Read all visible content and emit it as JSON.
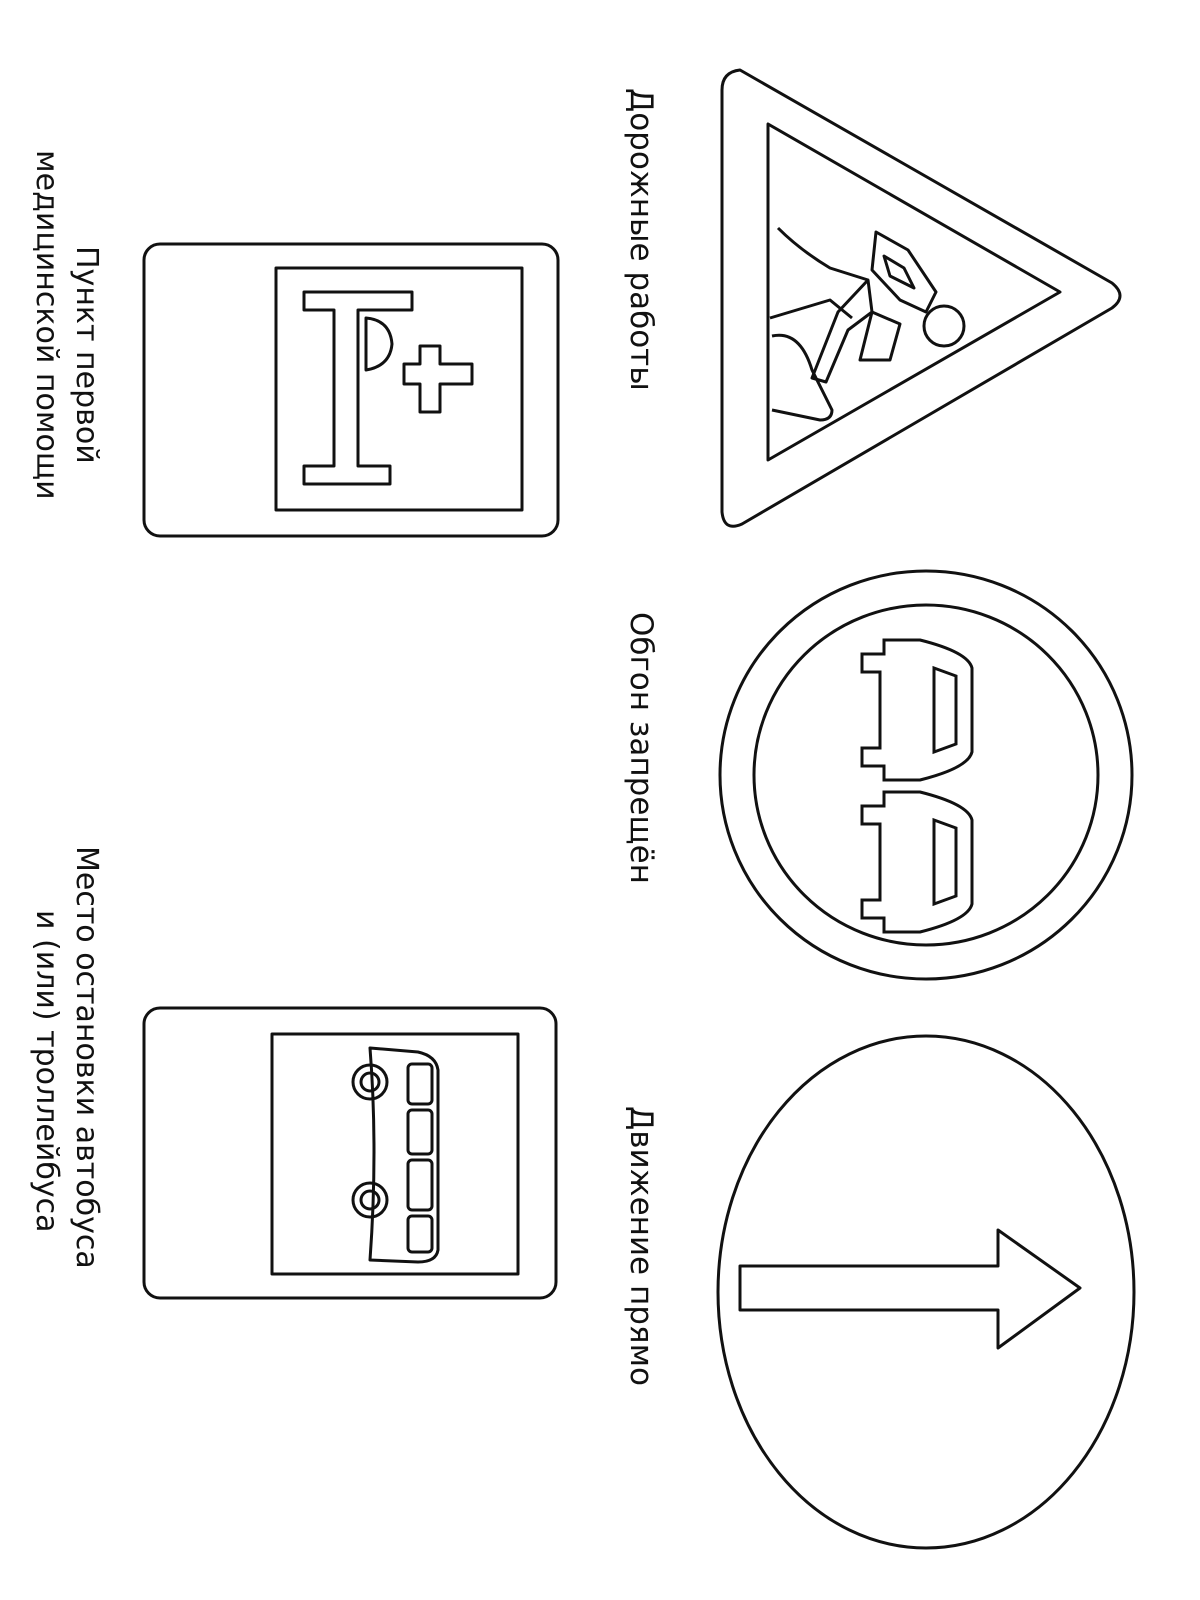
{
  "colors": {
    "ink": "#111111",
    "paper": "#ffffff"
  },
  "signs": [
    {
      "icon": "road-works-sign-icon",
      "caption_lines": [
        "Дорожные    работы"
      ]
    },
    {
      "icon": "no-overtaking-sign-icon",
      "caption_lines": [
        "Обгон    запрещён"
      ]
    },
    {
      "icon": "go-straight-sign-icon",
      "caption_lines": [
        "Движение    прямо"
      ]
    },
    {
      "icon": "first-aid-point-sign-icon",
      "caption_lines": [
        "Пункт   первой",
        "медицинской   помощи"
      ]
    },
    {
      "icon": "bus-stop-sign-icon",
      "caption_lines": [
        "Место   остановки   автобуса",
        "и   (или)   троллейбуса"
      ]
    }
  ]
}
